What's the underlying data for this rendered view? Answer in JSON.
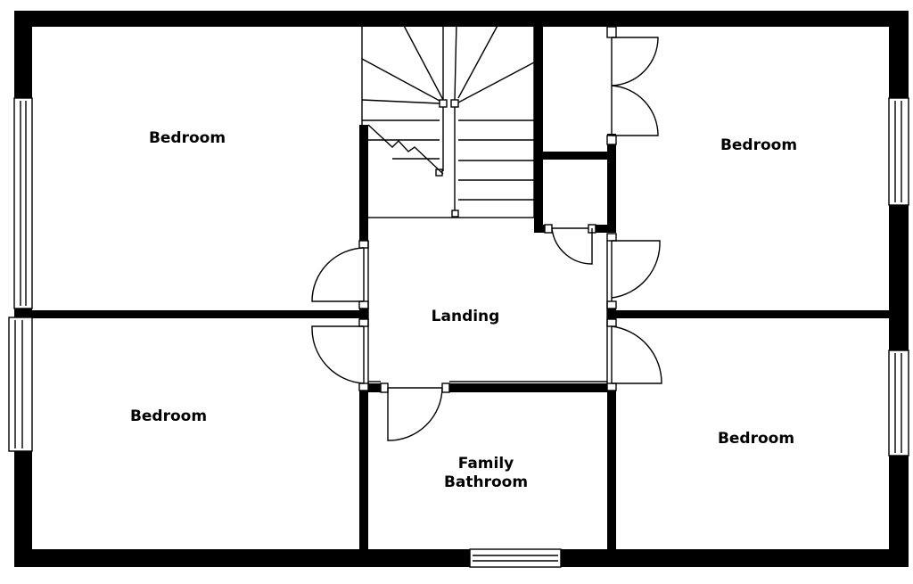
{
  "rooms": {
    "bedroom_top_left": "Bedroom",
    "bedroom_top_right": "Bedroom",
    "bedroom_bottom_left": "Bedroom",
    "bedroom_bottom_right": "Bedroom",
    "landing": "Landing",
    "bathroom_line1": "Family",
    "bathroom_line2": "Bathroom"
  }
}
